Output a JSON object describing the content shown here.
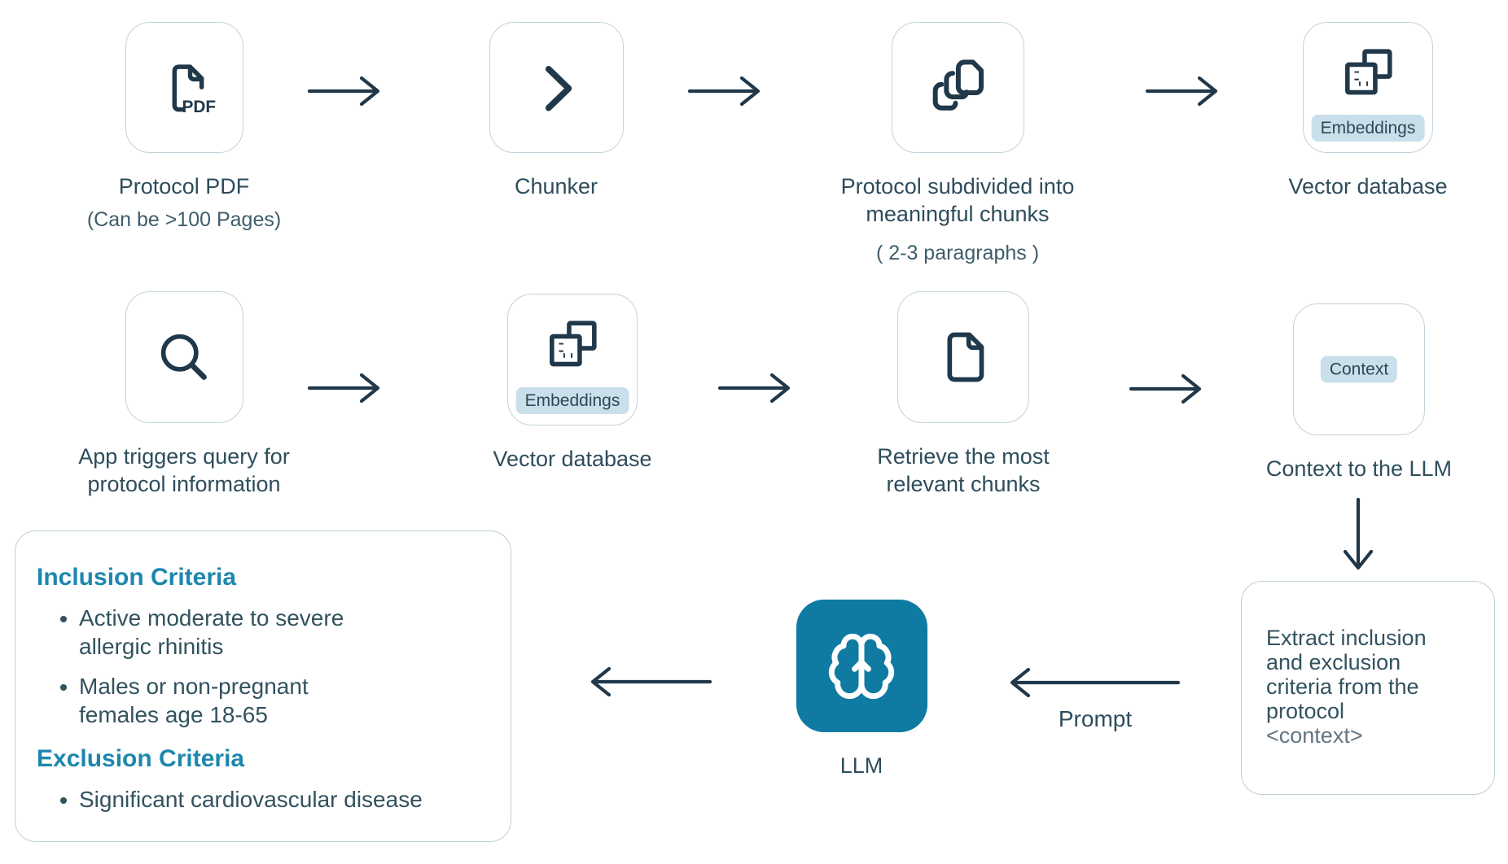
{
  "colors": {
    "accent_teal": "#0f7ba2",
    "icon_stroke": "#20384a",
    "label_text": "#2d4d5c",
    "heading_blue": "#1d87ae",
    "badge_bg": "#c9e0ea",
    "arrow": "#20384a",
    "tile_border": "#c2d3db",
    "muted_context": "#637683"
  },
  "row1": {
    "tiles": [
      {
        "label": "Protocol PDF",
        "sublabel": "(Can be >100 Pages)",
        "icon": "pdf-file-icon"
      },
      {
        "label": "Chunker",
        "icon": "chevron-right-icon"
      },
      {
        "label": "Protocol subdivided into\nmeaningful chunks",
        "sublabel": "( 2-3 paragraphs )",
        "icon": "document-copies-icon"
      },
      {
        "label": "Vector database",
        "icon": "overlapping-squares-icon",
        "badge": "Embeddings"
      }
    ]
  },
  "row2": {
    "tiles": [
      {
        "label": "App triggers query for\nprotocol information",
        "icon": "magnifier-icon"
      },
      {
        "label": "Vector database",
        "icon": "overlapping-squares-icon",
        "badge": "Embeddings"
      },
      {
        "label": "Retrieve the most\nrelevant chunks",
        "icon": "document-icon"
      },
      {
        "label": "Context to the LLM",
        "badge": "Context"
      }
    ]
  },
  "row3": {
    "llm_label": "LLM",
    "prompt_label": "Prompt",
    "extract_box": {
      "text": "Extract inclusion\nand exclusion\ncriteria from the\nprotocol",
      "context_token": "<context>"
    },
    "criteria_box": {
      "inclusion_heading": "Inclusion Criteria",
      "inclusion_bullets": [
        "Active moderate to severe\nallergic rhinitis",
        "Males or non-pregnant\nfemales age 18-65"
      ],
      "exclusion_heading": "Exclusion Criteria",
      "exclusion_bullets": [
        "Significant cardiovascular disease"
      ]
    }
  }
}
